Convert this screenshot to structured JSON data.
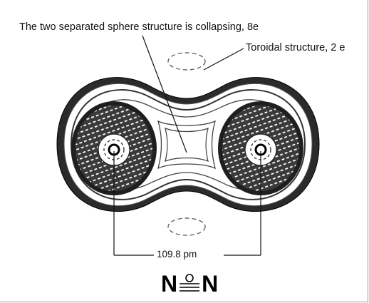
{
  "labels": {
    "sphere_structure": "The two separated sphere structure is collapsing, 8e",
    "toroidal_structure": "Toroidal structure, 2 e",
    "bond_distance": "109.8 pm"
  },
  "formula": {
    "left_atom": "N",
    "right_atom": "N",
    "bond": "triple"
  },
  "colors": {
    "ink": "#111111",
    "dark_shell": "#2a2a2a",
    "background": "#ffffff"
  }
}
